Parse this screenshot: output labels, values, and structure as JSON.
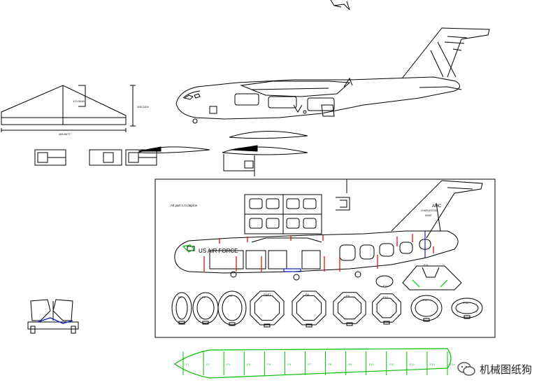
{
  "title_text": "US AIR FORCE",
  "panel_note": "Alt part 1 m depron",
  "tail_code": "AMC",
  "tail_text_1": "CHARLESTON",
  "tail_text_2": "50087",
  "wing_span_label": "485.8477",
  "wing_chord_label": "173.3048",
  "wing_height_label": "206.1404",
  "former_labels": [
    "F3",
    "F4",
    "F5",
    "F6/F7",
    "F8",
    "F9",
    "F10",
    "F11",
    "F16"
  ],
  "bulkhead_labels": [
    "F12",
    "F13"
  ],
  "rib_labels": [
    "F1",
    "F2",
    "F3",
    "F4",
    "F5",
    "F6",
    "F7",
    "F8",
    "F9",
    "F10",
    "F11",
    "F12",
    "F13",
    "F14"
  ],
  "watermark": "机械图纸狗",
  "colors": {
    "line": "#000000",
    "red": "#e00000",
    "blue": "#1020c0",
    "green": "#00c000",
    "watermark": "#222222"
  }
}
